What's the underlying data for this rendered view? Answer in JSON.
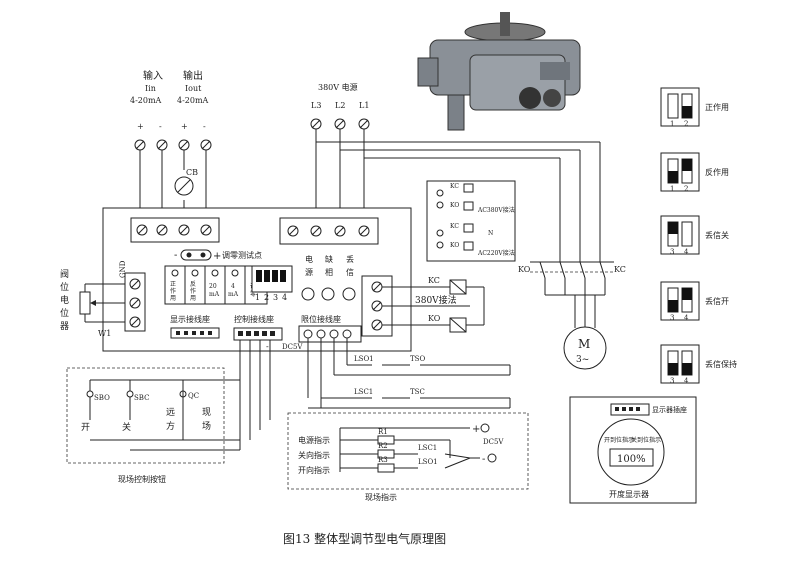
{
  "io": {
    "input": {
      "title": "输入",
      "sub": "Iin",
      "range": "4-20mA"
    },
    "output": {
      "title": "输出",
      "sub": "Iout",
      "range": "4-20mA"
    },
    "polarity": [
      "+",
      "-",
      "+",
      "-"
    ]
  },
  "power": {
    "label": "380V 电源",
    "phases": [
      "L3",
      "L2",
      "L1"
    ]
  },
  "cb_label": "CB",
  "zero_test": {
    "label": "调零测试点",
    "minus": "-",
    "plus": "+"
  },
  "dip": {
    "labels": [
      "正",
      "反",
      "20",
      "4",
      "调"
    ],
    "label2": [
      "作",
      "作",
      "mA",
      "mA",
      "零"
    ],
    "label3": [
      "用",
      "用",
      "",
      "",
      ""
    ],
    "numbers": [
      "1",
      "2",
      "3",
      "4"
    ]
  },
  "indicators": {
    "col1": "电",
    "col2": "缺",
    "col3": "丢",
    "col1b": "源",
    "col2b": "相",
    "col3b": "信"
  },
  "gnd": "GND",
  "pot_label": [
    "阀",
    "位",
    "电",
    "位",
    "器"
  ],
  "w1": "W1",
  "blocks": {
    "display": "显示接线座",
    "control": "控制接线座",
    "limit": "限位接线座",
    "wiring380": "380V接法"
  },
  "dc5v": "DC5V",
  "ko": "KO",
  "kc": "KC",
  "relay_panel": {
    "top_note": "AC380V接法",
    "bottom_note": "AC220V接法",
    "n": "N"
  },
  "limits": {
    "lso1": "LSO1",
    "tso": "TSO",
    "lsc1": "LSC1",
    "tsc": "TSC"
  },
  "field_buttons": {
    "sbo": "SBO",
    "sbc": "SBC",
    "qc": "QC",
    "open": "开",
    "close": "关",
    "remote": [
      "远",
      "方"
    ],
    "local": [
      "现",
      "场"
    ],
    "caption": "现场控制按钮"
  },
  "field_indication": {
    "power": "电源指示",
    "close": "关向指示",
    "open": "开向指示",
    "r1": "R1",
    "r2": "R2",
    "r3": "R3",
    "lsc1": "LSC1",
    "lso1": "LSO1",
    "plus": "+",
    "minus": "-",
    "dc": "DC5V",
    "caption": "现场指示"
  },
  "motor": {
    "m": "M",
    "phase": "3~"
  },
  "switch_settings": [
    {
      "label": "正作用",
      "nums": [
        "1",
        "2"
      ],
      "fill": [
        false,
        true
      ]
    },
    {
      "label": "反作用",
      "nums": [
        "1",
        "2"
      ],
      "fill": [
        true,
        true
      ]
    },
    {
      "label": "丢信关",
      "nums": [
        "3",
        "4"
      ],
      "fill": [
        true,
        false
      ]
    },
    {
      "label": "丢信开",
      "nums": [
        "3",
        "4"
      ],
      "fill": [
        false,
        true
      ]
    },
    {
      "label": "丢信保持",
      "nums": [
        "3",
        "4"
      ],
      "fill": [
        false,
        false
      ]
    }
  ],
  "display_unit": {
    "socket": "显示器插座",
    "left_signal": "开到位指示",
    "right_signal": "关到位指示",
    "value": "100%",
    "caption": "开度显示器"
  },
  "figure_caption": "图13  整体型调节型电气原理图"
}
